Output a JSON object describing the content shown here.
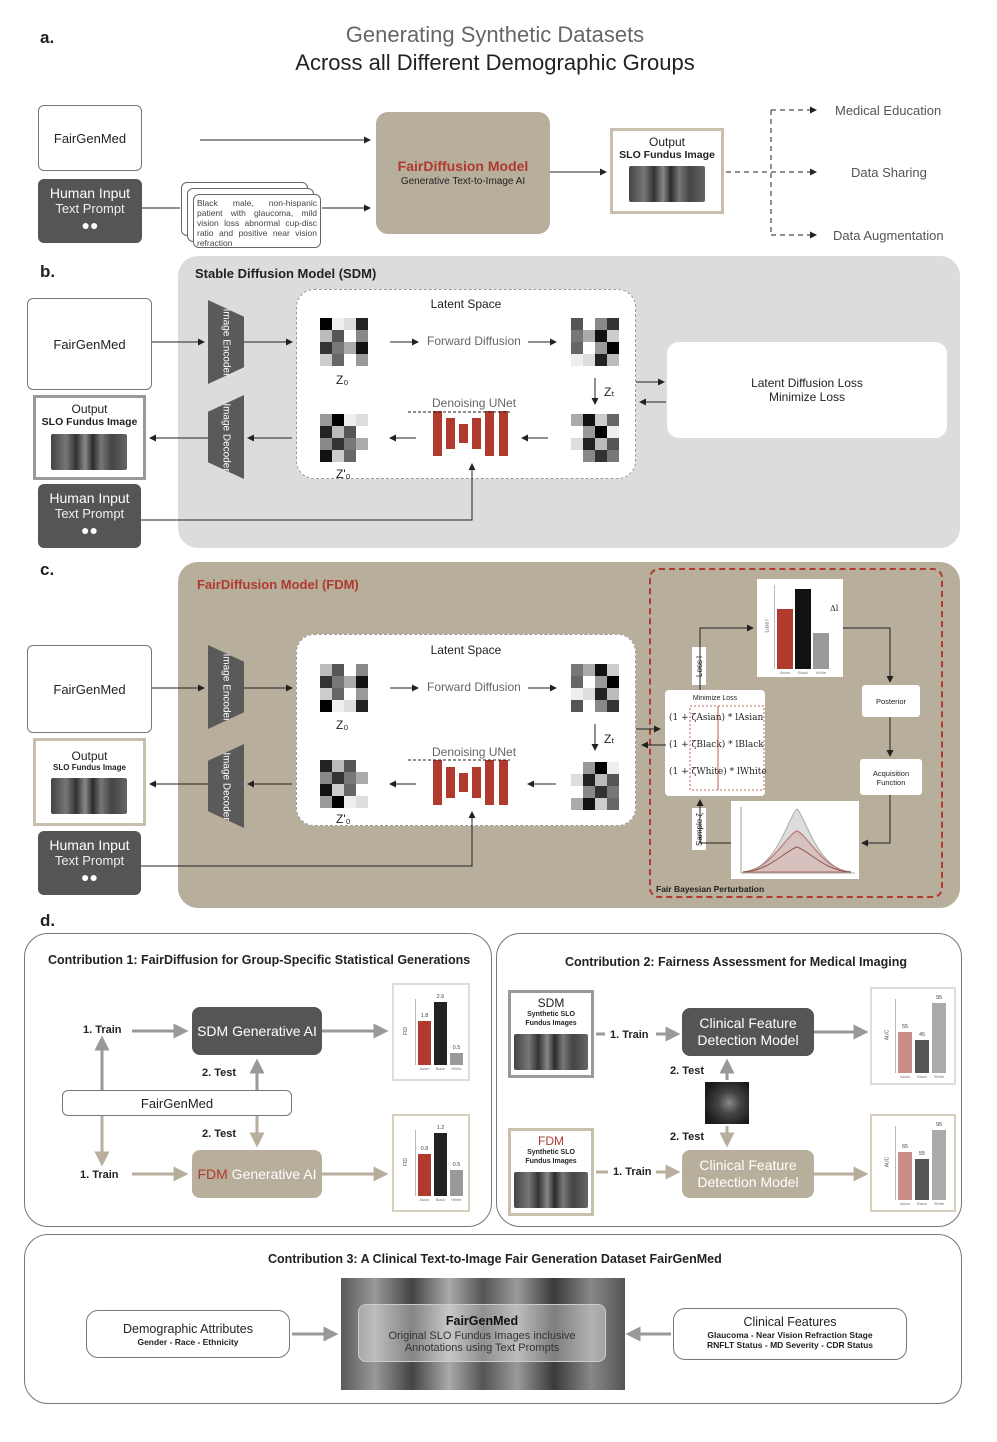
{
  "title": {
    "line1": "Generating Synthetic Datasets",
    "line2": "Across all Different Demographic Groups"
  },
  "panel_a": {
    "label": "a.",
    "fairgenmed": "FairGenMed",
    "human_input": {
      "title": "Human Input",
      "subtitle": "Text Prompt"
    },
    "prompt_text": "Black male, non-hispanic patient with glaucoma, mild vision loss abnormal cup-disc ratio and positive near vision refraction",
    "model_title": "FairDiffusion Model",
    "model_sub": "Generative Text-to-Image AI",
    "output_title": "Output",
    "output_sub": "SLO Fundus Image",
    "uses": [
      "Medical Education",
      "Data Sharing",
      "Data Augmentation"
    ]
  },
  "panel_b": {
    "label": "b.",
    "title": "Stable Diffusion Model (SDM)",
    "fairgenmed": "FairGenMed",
    "output_title": "Output",
    "output_sub": "SLO Fundus Image",
    "human_input": {
      "title": "Human Input",
      "subtitle": "Text Prompt"
    },
    "encoder": "Image Encoder",
    "decoder": "Image Decoder",
    "latent_space": "Latent Space",
    "forward": "Forward Diffusion",
    "denoise": "Denoising UNet",
    "z0": "Z₀",
    "zt": "Zₜ",
    "z0p": "Z'₀",
    "loss_line1": "Latent Diffusion Loss",
    "loss_line2": "Minimize Loss"
  },
  "panel_c": {
    "label": "c.",
    "title": "FairDiffusion Model (FDM)",
    "fairgenmed": "FairGenMed",
    "output_title": "Output",
    "output_sub": "SLO Fundus Image",
    "human_input": {
      "title": "Human Input",
      "subtitle": "Text Prompt"
    },
    "encoder": "Image Encoder",
    "decoder": "Image Decoder",
    "latent_space": "Latent Space",
    "forward": "Forward Diffusion",
    "denoise": "Denoising UNet",
    "z0": "Z₀",
    "zt": "Zₜ",
    "z0p": "Z'₀",
    "minimize_loss": "Minimize Loss",
    "loss_terms": [
      "(1 + ζAsian) * lAsian",
      "(1 + ζBlack) * lBlack",
      "(1 + ζWhite) * lWhite"
    ],
    "loss_label": "Loss l",
    "delta_l": "Δl",
    "posterior": "Posterior",
    "acq_line1": "Acquisition",
    "acq_line2": "Function",
    "sample": "Sample ζ",
    "fbp": "Fair Bayesian Perturbation"
  },
  "panel_d": {
    "label": "d.",
    "c1_title": "Contribution 1: FairDiffusion for Group-Specific Statistical Generations",
    "c2_title": "Contribution 2: Fairness Assessment for Medical Imaging",
    "c3_title": "Contribution 3: A Clinical Text-to-Image Fair Generation Dataset FairGenMed",
    "train": "1. Train",
    "test": "2. Test",
    "sdm_ai": "SDM Generative AI",
    "fdm_prefix": "FDM",
    "fdm_ai": " Generative AI",
    "fairgenmed": "FairGenMed",
    "sdm_box_title": "SDM",
    "fdm_box_title": "FDM",
    "synthetic": "Synthetic SLO Fundus Images",
    "clinical_line1": "Clinical Feature",
    "clinical_line2": "Detection Model",
    "demo_title": "Demographic Attributes",
    "demo_sub": "Gender - Race - Ethnicity",
    "fgm_title": "FairGenMed",
    "fgm_line1": "Original SLO Fundus Images inclusive",
    "fgm_line2": "Annotations using Text Prompts",
    "clin_title": "Clinical Features",
    "clin_sub1": "Glaucoma - Near Vision Refraction Stage",
    "clin_sub2": "RNFLT Status - MD Severity - CDR Status"
  },
  "colors": {
    "accent_red": "#b03a2e",
    "tan": "#b8ae9c",
    "gray_panel": "#dcdcdc",
    "dark_box": "#555555"
  },
  "chart_data": [
    {
      "type": "bar",
      "categories": [
        "Asian",
        "Black",
        "White"
      ],
      "values": [
        1.8,
        2.6,
        0.5
      ],
      "ylabel": "FID",
      "colors": [
        "#b03a2e",
        "#222222",
        "#999999"
      ]
    },
    {
      "type": "bar",
      "categories": [
        "Asian",
        "Black",
        "White"
      ],
      "values": [
        0.8,
        1.2,
        0.5
      ],
      "ylabel": "FID",
      "colors": [
        "#b03a2e",
        "#222222",
        "#999999"
      ]
    },
    {
      "type": "bar",
      "categories": [
        "Asian",
        "Black",
        "White"
      ],
      "values": [
        55,
        45,
        95
      ],
      "ylabel": "AUC",
      "colors": [
        "#c98d85",
        "#555555",
        "#aaaaaa"
      ]
    },
    {
      "type": "bar",
      "categories": [
        "Asian",
        "Black",
        "White"
      ],
      "values": [
        65,
        55,
        95
      ],
      "ylabel": "AUC",
      "colors": [
        "#c98d85",
        "#555555",
        "#aaaaaa"
      ]
    },
    {
      "type": "bar",
      "categories": [
        "Asian",
        "Black",
        "White"
      ],
      "values": [
        0.75,
        1.0,
        0.45
      ],
      "ylabel": "Loss l",
      "colors": [
        "#b03a2e",
        "#111111",
        "#999999"
      ]
    }
  ]
}
